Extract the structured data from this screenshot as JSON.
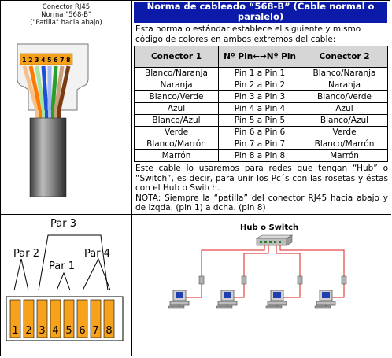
{
  "left_top": {
    "caption_lines": [
      "Conector RJ45",
      "Norma \"568-B\"",
      "(\"Patilla\" hacia abajo)"
    ],
    "plug_numbers": [
      "1",
      "2",
      "3",
      "4",
      "5",
      "6",
      "7",
      "8"
    ]
  },
  "header": {
    "title": "Norma de cableado “568-B” (Cable normal o paralelo)"
  },
  "intro": "Esta norma o estándar establece el siguiente y mismo código de colores en ambos extremos del cable:",
  "table": {
    "headers": [
      "Conector 1",
      "Nº Pin←→Nº Pin",
      "Conector 2"
    ],
    "rows": [
      [
        "Blanco/Naranja",
        "Pin 1 a Pin 1",
        "Blanco/Naranja"
      ],
      [
        "Naranja",
        "Pin 2 a Pin 2",
        "Naranja"
      ],
      [
        "Blanco/Verde",
        "Pin 3 a Pin 3",
        "Blanco/Verde"
      ],
      [
        "Azul",
        "Pin 4 a Pin 4",
        "Azul"
      ],
      [
        "Blanco/Azul",
        "Pin 5 a Pin 5",
        "Blanco/Azul"
      ],
      [
        "Verde",
        "Pin 6 a Pin 6",
        "Verde"
      ],
      [
        "Blanco/Marrón",
        "Pin 7 a Pin 7",
        "Blanco/Marrón"
      ],
      [
        "Marrón",
        "Pin 8 a Pin 8",
        "Marrón"
      ]
    ]
  },
  "note": {
    "line1": "Este cable lo usaremos para redes que tengan “Hub” o “Switch”, es decir, para unir los Pc´s con las rosetas y éstas con el Hub o Switch.",
    "line2": "NOTA: Siempre la “patilla” del conector RJ45 hacia abajo y de izqda. (pin 1) a dcha. (pin 8)"
  },
  "pairs": {
    "par1": "Par 1",
    "par2": "Par 2",
    "par3": "Par 3",
    "par4": "Par 4",
    "numbers": [
      "1",
      "2",
      "3",
      "4",
      "5",
      "6",
      "7",
      "8"
    ]
  },
  "network": {
    "hub_label": "Hub o Switch"
  },
  "colors": {
    "title_bg": "#0b1aa8",
    "header_bg": "#d6d6d6",
    "contact_orange": "#f7a21c",
    "cable_red": "#e01818"
  }
}
